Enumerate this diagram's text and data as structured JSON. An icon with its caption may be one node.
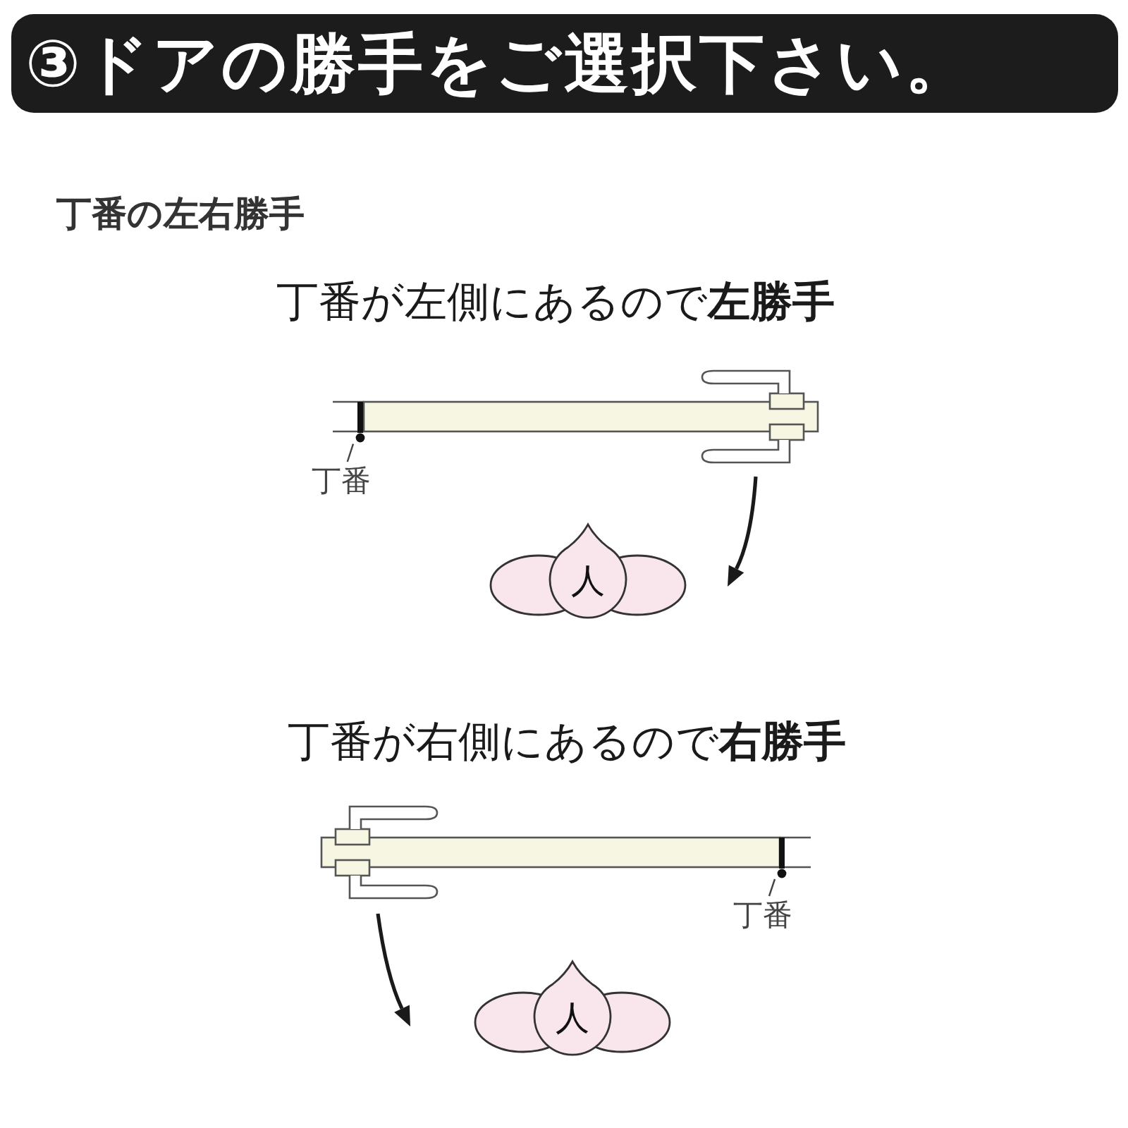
{
  "diagram": {
    "title": "③ドアの勝手をご選択下さい。",
    "nodes": [
      {
        "text": [
          "丁番"
        ]
      },
      {
        "text": [],
        "shape": "bar"
      },
      {
        "text": [
          "人"
        ]
      },
      {
        "text": [
          "丁番"
        ]
      },
      {
        "text": [],
        "shape": "bar"
      },
      {
        "text": [
          "人"
        ]
      }
    ],
    "edges": [
      {
        "from": 0,
        "to": 1,
        "arrow": "none"
      },
      {
        "from": 3,
        "to": 4,
        "arrow": "none"
      }
    ],
    "labels": [
      "丁番の左右勝手",
      "丁番が左側にあるので**左勝手**",
      "丁番が右側にあるので**右勝手**"
    ]
  }
}
